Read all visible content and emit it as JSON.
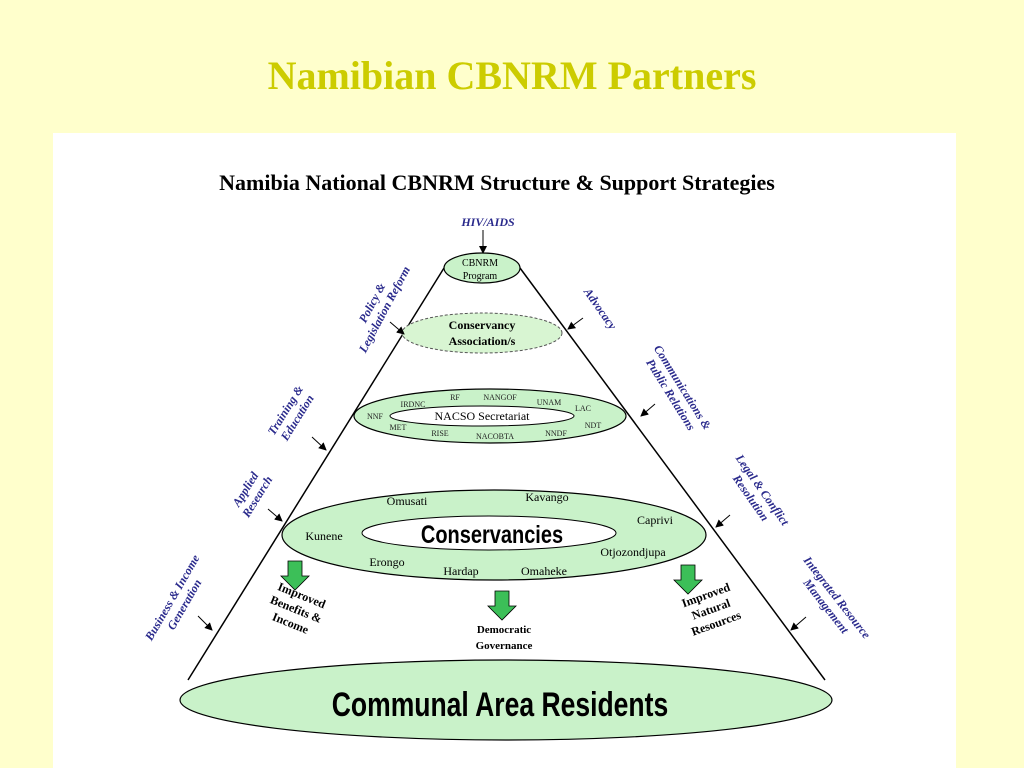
{
  "slide_title": "Namibian CBNRM Partners",
  "diagram_title": "Namibia  National CBNRM Structure & Support Strategies",
  "colors": {
    "ellipse_fill": "#c9f2c9",
    "arrow_green": "#3cbf58",
    "side_text": "#2a2a8c",
    "title": "#cccc00",
    "background": "#ffffcc"
  },
  "top_input": "HIV/AIDS",
  "cbnrm_program": {
    "line1": "CBNRM",
    "line2": "Program"
  },
  "conservancy_associations": {
    "line1": "Conservancy",
    "line2": "Association/s"
  },
  "nacso": {
    "center": "NACSO Secretariat",
    "members": [
      "IRDNC",
      "RF",
      "NANGOF",
      "UNAM",
      "LAC",
      "NDT",
      "NNDF",
      "NACOBTA",
      "RISE",
      "MET",
      "NNF"
    ]
  },
  "conservancies": {
    "center": "Conservancies",
    "regions": [
      "Omusati",
      "Kavango",
      "Caprivi",
      "Otjozondjupa",
      "Omaheke",
      "Hardap",
      "Erongo",
      "Kunene"
    ]
  },
  "outcomes": {
    "left": [
      "Improved",
      "Benefits &",
      "Income"
    ],
    "middle": [
      "Democratic",
      "Governance"
    ],
    "right": [
      "Improved",
      "Natural",
      "Resources"
    ]
  },
  "base": "Communal Area Residents",
  "left_strategies": [
    [
      "Policy &",
      "Legislation Reform"
    ],
    [
      "Training &",
      "Education"
    ],
    [
      "Applied",
      "Research"
    ],
    [
      "Business & Income",
      "Generation"
    ]
  ],
  "right_strategies": [
    [
      "Advocacy"
    ],
    [
      "Communications &",
      "Public Relations"
    ],
    [
      "Legal & Conflict",
      "Resolution"
    ],
    [
      "Integrated Resource",
      "Management"
    ]
  ]
}
